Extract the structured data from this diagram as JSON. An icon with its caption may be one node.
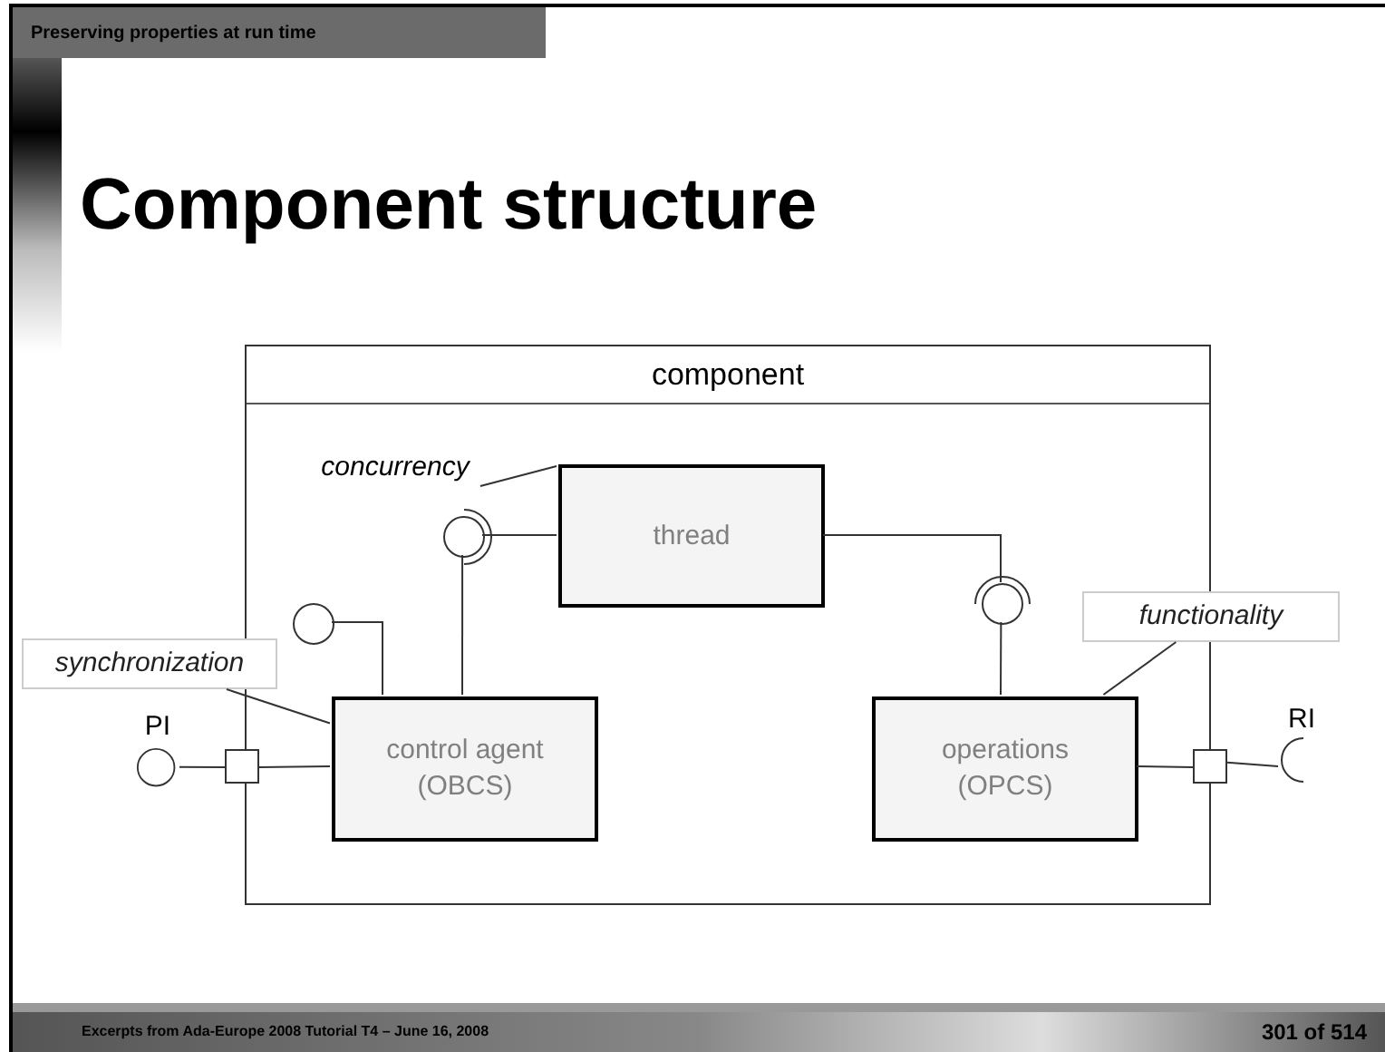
{
  "diagram": {
    "title": "Component structure",
    "nodes": [
      {
        "text": [
          "component"
        ]
      },
      {
        "text": [
          "thread"
        ],
        "in": 0
      },
      {
        "text": [
          "control agent (OBCS)"
        ],
        "in": 0
      },
      {
        "text": [
          "operations (OPCS)"
        ],
        "in": 0
      },
      {
        "text": [
          "concurrency"
        ],
        "in": 0
      },
      {
        "text": [
          "synchronization"
        ]
      },
      {
        "text": [
          "functionality"
        ]
      },
      {
        "text": [
          "PI"
        ]
      },
      {
        "text": [],
        "shape": "box"
      },
      {
        "text": [],
        "shape": "box"
      },
      {
        "text": [
          "RI"
        ]
      },
      {
        "text": [],
        "shape": "circle",
        "in": 0
      },
      {
        "text": [],
        "shape": "circle",
        "in": 0
      },
      {
        "text": [],
        "shape": "circle",
        "in": 0
      }
    ],
    "edges": [
      {
        "from": 4,
        "to": 1,
        "arrow": "none"
      },
      {
        "from": 5,
        "to": 2,
        "arrow": "none"
      },
      {
        "from": 6,
        "to": 3,
        "arrow": "none"
      },
      {
        "from": 7,
        "to": 8,
        "arrow": "none"
      },
      {
        "from": 8,
        "to": 2,
        "arrow": "none"
      },
      {
        "from": 3,
        "to": 9,
        "arrow": "none"
      },
      {
        "from": 9,
        "to": 10,
        "arrow": "none"
      },
      {
        "from": 11,
        "to": 2,
        "arrow": "none"
      },
      {
        "from": 12,
        "to": 1,
        "arrow": "none"
      },
      {
        "from": 12,
        "to": 2,
        "arrow": "none"
      },
      {
        "from": 1,
        "to": 13,
        "arrow": "none"
      },
      {
        "from": 13,
        "to": 3,
        "arrow": "none"
      }
    ],
    "labels": [
      "Preserving properties at run time",
      "Excerpts from Ada-Europe 2008 Tutorial T4 – June 16, 2008",
      "301 of 514"
    ]
  }
}
